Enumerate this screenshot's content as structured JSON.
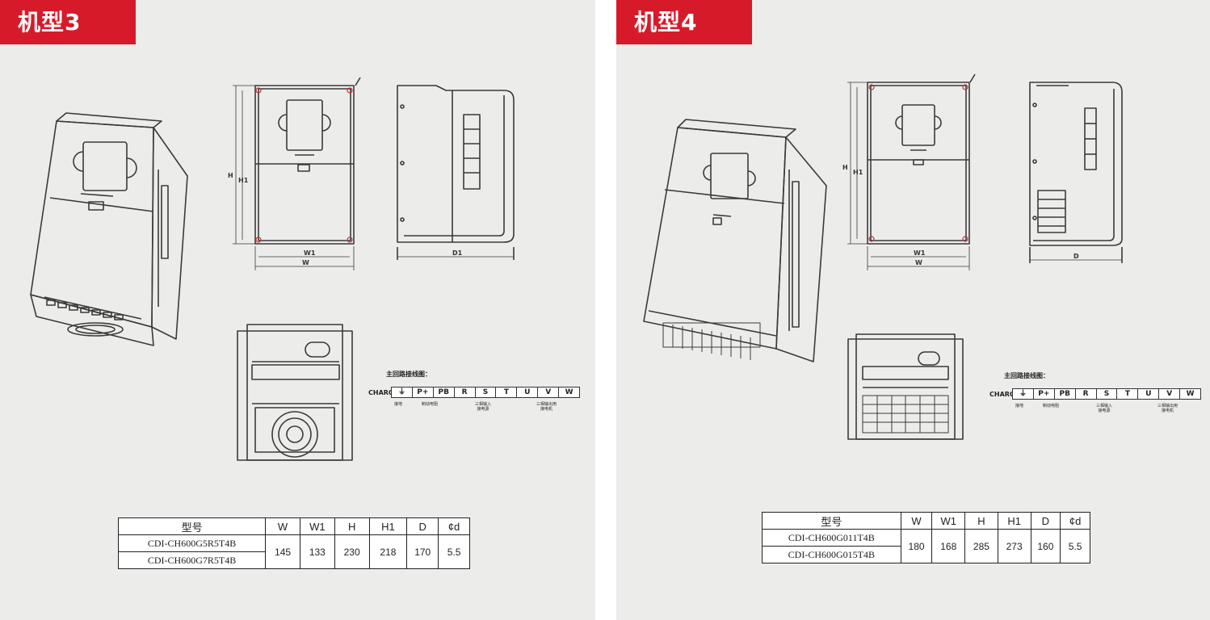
{
  "panels": [
    {
      "title": "机型3",
      "dims": {
        "w1": "W1",
        "w": "W",
        "h": "H",
        "h1": "H1",
        "d1": "D1"
      },
      "wiring": {
        "title": "主回路接线图：",
        "charge": "CHARGE",
        "terminals": [
          "⏚",
          "P+",
          "PB",
          "R",
          "S",
          "T",
          "U",
          "V",
          "W"
        ],
        "notes": [
          "接地",
          "制动电阻",
          "三相输入\n接电源",
          "三相输出用\n接电机"
        ]
      },
      "table": {
        "headers": [
          "型号",
          "W",
          "W1",
          "H",
          "H1",
          "D",
          "¢d"
        ],
        "models": [
          "CDI-CH600G5R5T4B",
          "CDI-CH600G7R5T4B"
        ],
        "values": [
          "145",
          "133",
          "230",
          "218",
          "170",
          "5.5"
        ]
      }
    },
    {
      "title": "机型4",
      "dims": {
        "w1": "W1",
        "w": "W",
        "h": "H",
        "h1": "H1",
        "d1": "D"
      },
      "wiring": {
        "title": "主回路接线图：",
        "charge": "CHARGE",
        "terminals": [
          "⏚",
          "P+",
          "PB",
          "R",
          "S",
          "T",
          "U",
          "V",
          "W"
        ],
        "notes": [
          "接地",
          "制动电阻",
          "三相输入\n接电源",
          "三相输出用\n接电机"
        ]
      },
      "table": {
        "headers": [
          "型号",
          "W",
          "W1",
          "H",
          "H1",
          "D",
          "¢d"
        ],
        "models": [
          "CDI-CH600G011T4B",
          "CDI-CH600G015T4B"
        ],
        "values": [
          "180",
          "168",
          "285",
          "273",
          "160",
          "5.5"
        ]
      }
    }
  ],
  "colors": {
    "accent": "#d71a2a",
    "panel_bg": "#ecedeb",
    "line": "#3a3a3a"
  }
}
